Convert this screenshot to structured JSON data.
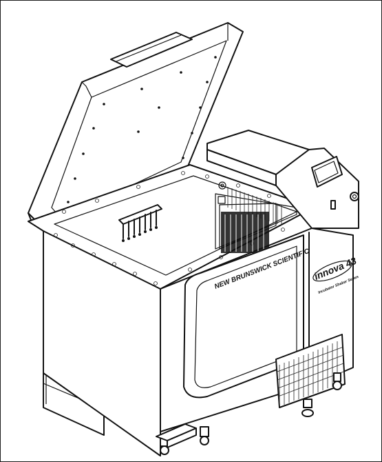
{
  "equipment": {
    "cabinet_label": "NEW BRUNSWICK SCIENTIFIC",
    "logo_text": "innova 43",
    "logo_subtitle": "Incubator Shaker Series"
  },
  "colors": {
    "line": "#111111",
    "background": "#ffffff",
    "frame": "#1a1a1a"
  }
}
